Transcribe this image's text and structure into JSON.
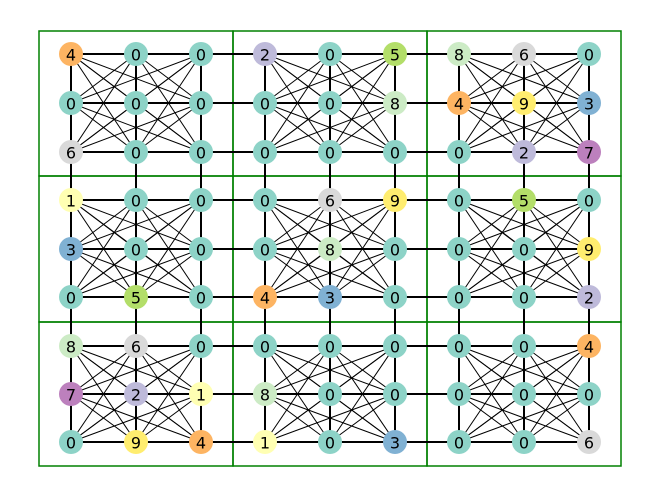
{
  "colors": {
    "box": "#008000",
    "edge": "#000000",
    "background": "#ffffff",
    "digits": {
      "0": "#8dd3c7",
      "1": "#ffffb3",
      "2": "#bebada",
      "3": "#80b1d3",
      "4": "#fdb462",
      "5": "#b3de69",
      "6": "#d9d9d9",
      "7": "#bc80bd",
      "8": "#ccebc5",
      "9": "#ffed6f"
    }
  },
  "grid": [
    [
      "4",
      "0",
      "0",
      "2",
      "0",
      "5",
      "8",
      "6",
      "0"
    ],
    [
      "0",
      "0",
      "0",
      "0",
      "0",
      "8",
      "4",
      "9",
      "3"
    ],
    [
      "6",
      "0",
      "0",
      "0",
      "0",
      "0",
      "0",
      "2",
      "7"
    ],
    [
      "1",
      "0",
      "0",
      "0",
      "6",
      "9",
      "0",
      "5",
      "0"
    ],
    [
      "3",
      "0",
      "0",
      "0",
      "8",
      "0",
      "0",
      "0",
      "9"
    ],
    [
      "0",
      "5",
      "0",
      "4",
      "3",
      "0",
      "0",
      "0",
      "2"
    ],
    [
      "8",
      "6",
      "0",
      "0",
      "0",
      "0",
      "0",
      "0",
      "4"
    ],
    [
      "7",
      "2",
      "1",
      "8",
      "0",
      "0",
      "0",
      "0",
      "0"
    ],
    [
      "0",
      "9",
      "4",
      "1",
      "0",
      "3",
      "0",
      "0",
      "6"
    ]
  ]
}
